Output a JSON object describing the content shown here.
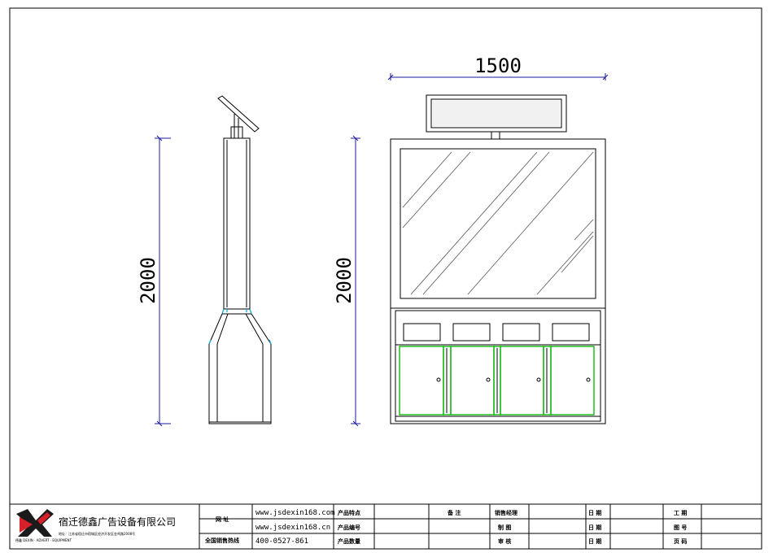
{
  "dimensions": {
    "width_top": "1500",
    "height_left": "2000",
    "height_right": "2000"
  },
  "title_block": {
    "company_name": "宿迁德鑫广告设备有限公司",
    "company_address": "地址：江苏省宿迁市宿城区经济开发区金鸡路2008号",
    "logo_text": "德鑫 DEXIN · ADVERT · EQUIPMENT",
    "label_website": "网    址",
    "website_1": "www.jsdexin168.com",
    "website_2": "www.jsdexin168.cn",
    "label_hotline": "全国销售热线",
    "hotline": "400-0527-861",
    "label_product_spec": "产品特点",
    "label_product_no": "产品编号",
    "label_product_qty": "产品数量",
    "label_remark": "备    注",
    "label_sales_manager": "销售经理",
    "label_drawer": "制    图",
    "label_reviewer": "审    核",
    "label_date_1": "日    期",
    "label_date_2": "日    期",
    "label_date_3": "日    期",
    "label_project": "工    期",
    "label_drawing_no": "图    号",
    "label_page": "页    码"
  },
  "colors": {
    "line": "#000000",
    "dimension": "#1a1a9c",
    "door": "#00b400",
    "joint": "#00a8d8",
    "brand_red": "#d8202a"
  }
}
